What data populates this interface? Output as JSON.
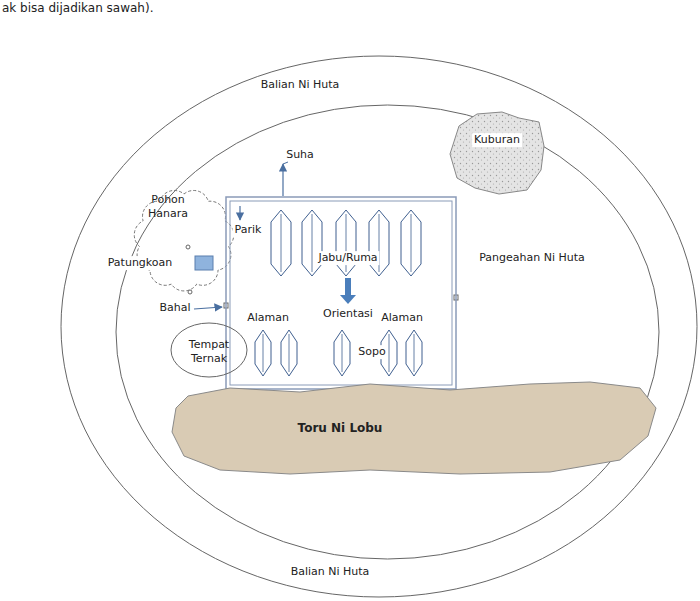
{
  "diagram": {
    "nodes": [
      {
        "text": [
          "Balian Ni Huta",
          "Balian Ni Huta"
        ]
      },
      {
        "text": [
          "Pangeahan Ni Huta"
        ],
        "in": 0
      },
      {
        "text": [
          "Kuburan"
        ],
        "in": 1
      },
      {
        "text": [
          "Pohon Hanara"
        ],
        "in": 1
      },
      {
        "text": [
          "Parik",
          "Jabu/Ruma",
          "Orientasi",
          "Alaman",
          "Alaman",
          "Sopo"
        ],
        "in": 1
      },
      {
        "text": [
          "Tempat Ternak"
        ],
        "in": 1
      },
      {
        "text": [
          "Toru Ni Lobu"
        ],
        "in": 1
      }
    ],
    "labels": [
      "ak bisa dijadikan sawah).",
      "Suha",
      "Patungkoan",
      "Bahal"
    ]
  }
}
